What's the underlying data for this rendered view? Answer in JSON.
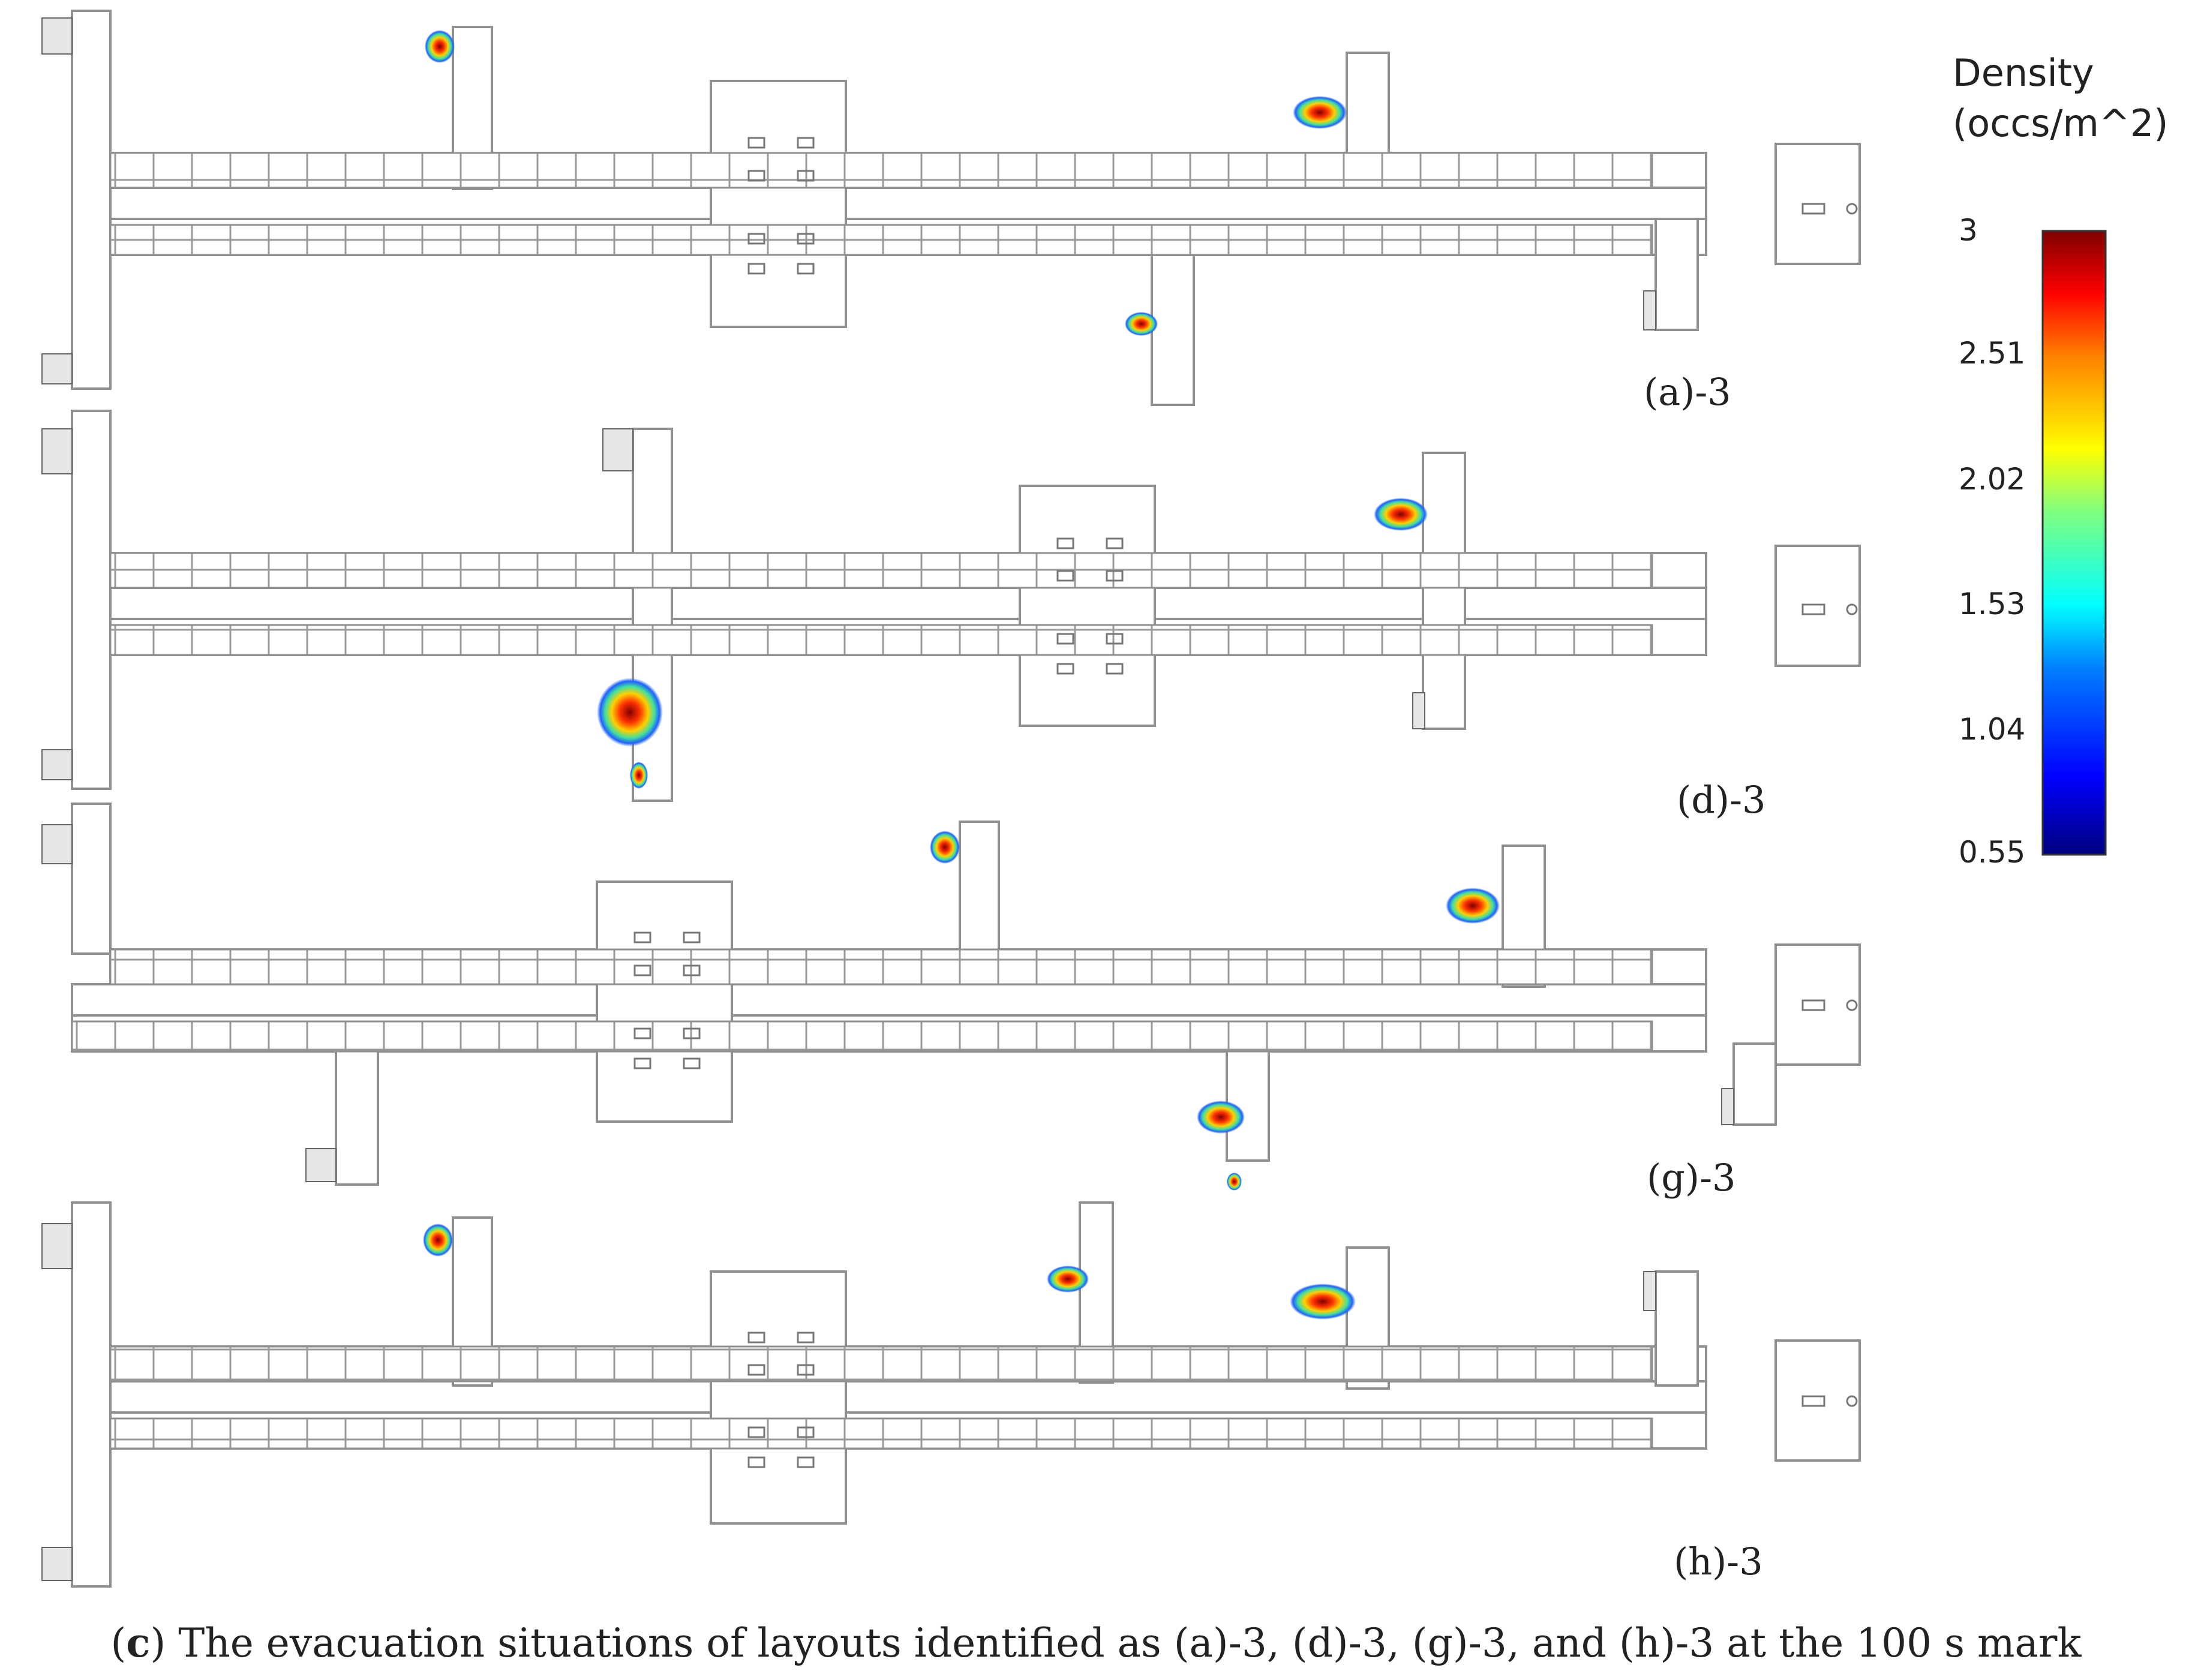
{
  "panels": [
    {
      "label": "(a)-3"
    },
    {
      "label": "(d)-3"
    },
    {
      "label": "(g)-3"
    },
    {
      "label": "(h)-3"
    }
  ],
  "colorbar": {
    "title_line1": "Density",
    "title_line2": "(occs/m^2)",
    "ticks": [
      "3",
      "2.51",
      "2.02",
      "1.53",
      "1.04",
      "0.55"
    ],
    "min": 0.55,
    "max": 3,
    "colors": [
      "#00007f",
      "#0000ff",
      "#0080ff",
      "#00ffff",
      "#80ff80",
      "#ffff00",
      "#ff8000",
      "#ff0000",
      "#7f0000"
    ]
  },
  "caption": {
    "letter": "c",
    "open": "(",
    "close": ")",
    "text": " The evacuation situations of layouts identified as (a)-3, (d)-3, (g)-3, and (h)-3 at the 100 s mark"
  }
}
